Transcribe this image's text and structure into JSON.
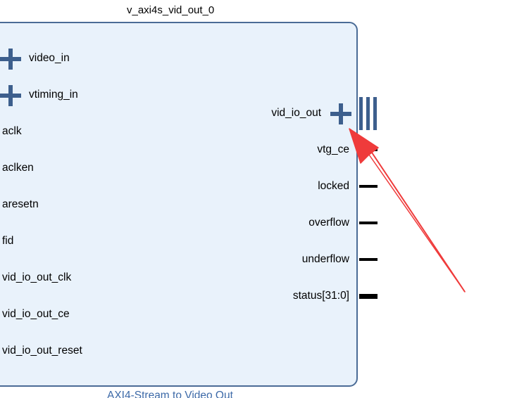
{
  "block": {
    "instance_name": "v_axi4s_vid_out_0",
    "ip_name": "AXI4-Stream to Video Out",
    "interface_ports": {
      "video_in": "video_in",
      "vtiming_in": "vtiming_in",
      "vid_io_out": "vid_io_out"
    },
    "input_ports": [
      "aclk",
      "aclken",
      "aresetn",
      "fid",
      "vid_io_out_clk",
      "vid_io_out_ce",
      "vid_io_out_reset"
    ],
    "output_ports": [
      "vtg_ce",
      "locked",
      "overflow",
      "underflow",
      "status[31:0]"
    ]
  },
  "annotation": {
    "arrow_color": "#ef3b3b",
    "points_to": "vid_io_out"
  },
  "colors": {
    "block_fill": "#e9f2fb",
    "block_border": "#4a6b96",
    "interface_icon": "#3d5f8d",
    "footer_text": "#3d6aa8"
  }
}
